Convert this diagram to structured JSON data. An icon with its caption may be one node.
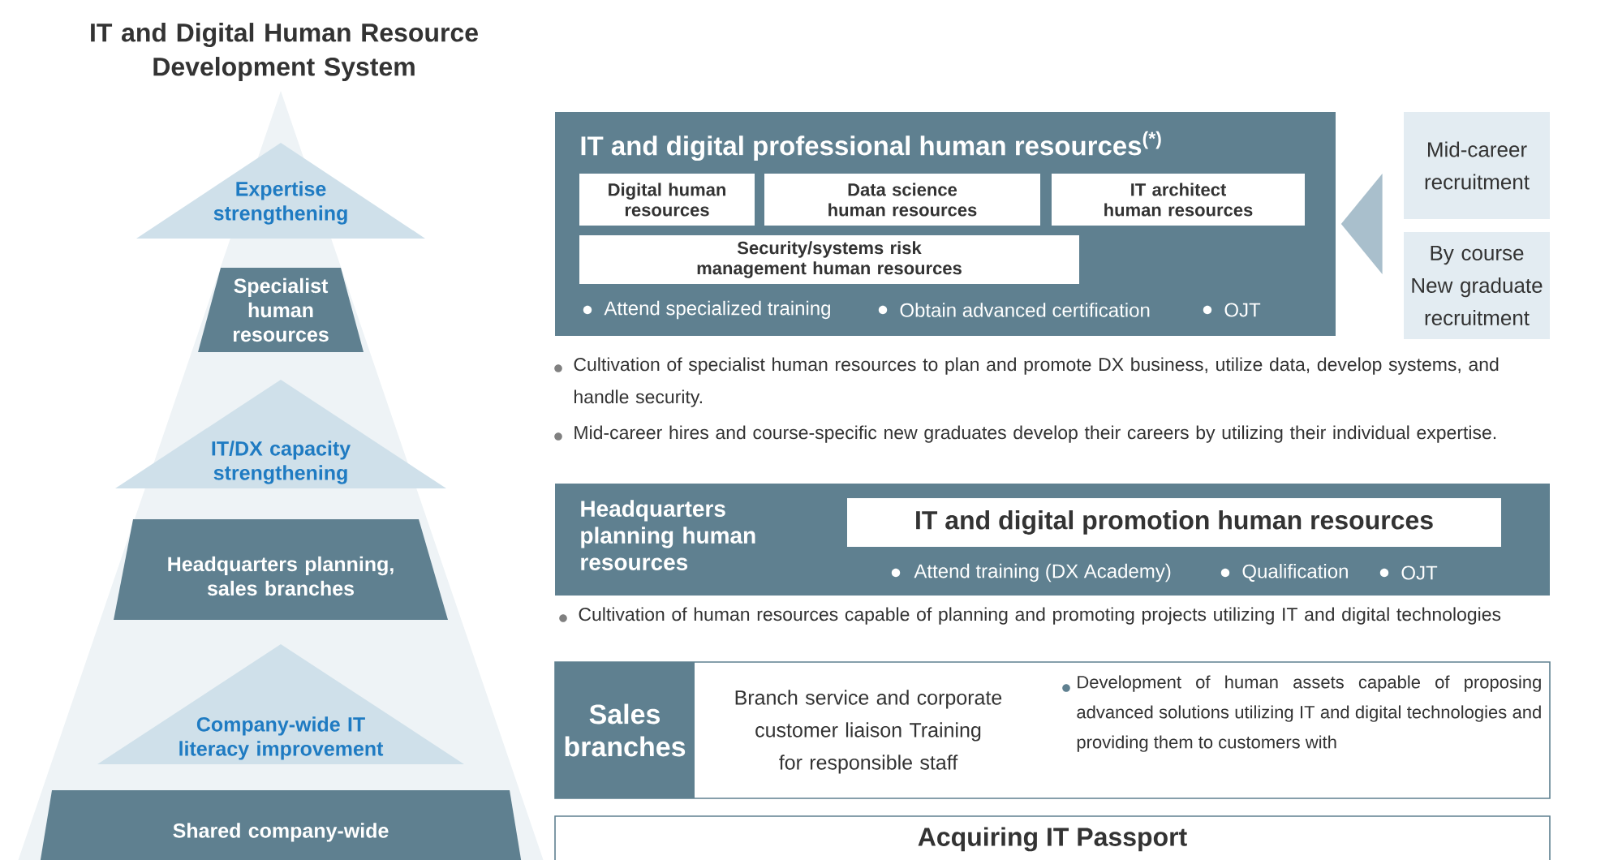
{
  "diagram": {
    "title": "IT and Digital Human Resource Development System",
    "nodes": [
      {
        "text": [
          "Expertise strengthening"
        ]
      },
      {
        "text": [
          "Specialist human resources"
        ]
      },
      {
        "text": [
          "IT/DX capacity strengthening"
        ]
      },
      {
        "text": [
          "Headquarters planning, sales branches"
        ]
      },
      {
        "text": [
          "Company-wide IT literacy improvement"
        ]
      },
      {
        "text": [
          "Shared company-wide"
        ]
      },
      {
        "text": [
          "IT and digital professional human resources$^{(*)}$",
          "Attend specialized training",
          "Obtain advanced certification",
          "OJT"
        ]
      },
      {
        "text": [
          "Digital human resources"
        ],
        "in": 6
      },
      {
        "text": [
          "Data science human resources"
        ],
        "in": 6
      },
      {
        "text": [
          "IT architect human resources"
        ],
        "in": 6
      },
      {
        "text": [
          "Security/systems risk management human resources"
        ],
        "in": 6
      },
      {
        "text": [
          "Mid-career recruitment"
        ]
      },
      {
        "text": [
          "By course New graduate recruitment"
        ]
      },
      {
        "text": [
          "Headquarters planning human resources",
          "Attend training (DX Academy)",
          "Qualification",
          "OJT"
        ]
      },
      {
        "text": [
          "IT and digital promotion human resources"
        ],
        "in": 13
      },
      {
        "text": [
          "Sales branches",
          "Branch service and corporate customer liaison Training for responsible staff",
          "Development of human assets capable of proposing advanced solutions utilizing IT and digital technologies and providing them to customers with"
        ]
      },
      {
        "text": [
          "Acquiring IT Passport"
        ]
      }
    ],
    "edges": [
      {
        "from": 11,
        "to": 6,
        "arrow": "to"
      },
      {
        "from": 12,
        "to": 6,
        "arrow": "to"
      }
    ],
    "labels": [
      "Cultivation of specialist human resources to plan and promote DX business, utilize data, develop systems, and handle security.",
      "Mid-career hires and course-specific new graduates develop their careers by utilizing their individual expertise.",
      "Cultivation of human resources capable of planning and promoting projects utilizing IT and digital technologies"
    ]
  }
}
